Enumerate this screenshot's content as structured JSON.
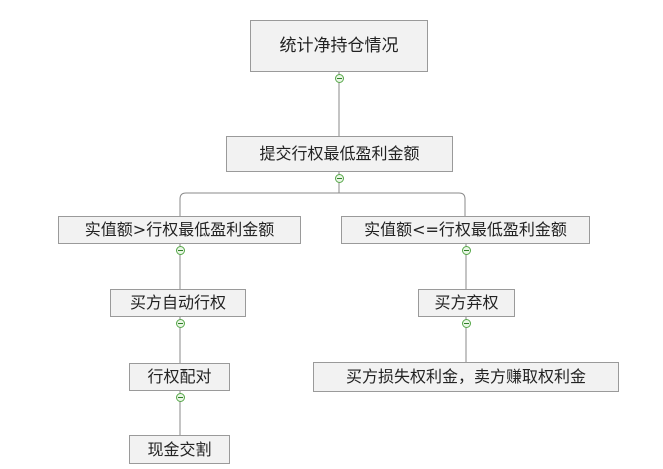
{
  "diagram": {
    "root": {
      "label": "统计净持仓情况"
    },
    "step2": {
      "label": "提交行权最低盈利金额"
    },
    "branch_left": {
      "condition": "实值额>行权最低盈利金额",
      "step1": "买方自动行权",
      "step2": "行权配对",
      "step3": "现金交割"
    },
    "branch_right": {
      "condition": "实值额<=行权最低盈利金额",
      "step1": "买方弃权",
      "step2": "买方损失权利金，卖方赚取权利金"
    }
  },
  "colors": {
    "node_fill": "#f2f2f2",
    "node_border": "#9a9a9a",
    "connector": "#8a8a8a",
    "toggle": "#57a84a"
  },
  "icons": {
    "collapse_toggle": "minus-circle-icon"
  }
}
